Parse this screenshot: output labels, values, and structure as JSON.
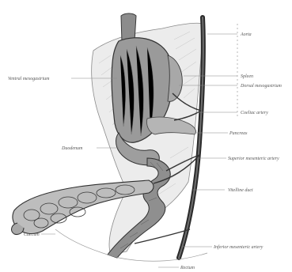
{
  "labels": {
    "aorta": "Aorta",
    "spleen": "Spleen",
    "ventral_mesogastrium": "Ventral mesogastrium",
    "dorsal_mesogastrium": "Dorsal mesogastrium",
    "coeliac_artery": "Coeliac artery",
    "pancreas": "Pancreas",
    "duodenum": "Duodenum",
    "superior_mesenteric_artery": "Superior mesenteric artery",
    "vitelline_duct": "Vitelline duct",
    "caecum": "Caecum",
    "inferior_mesenteric_artery": "Inferior mesenteric artery",
    "rectum": "Rectum"
  }
}
